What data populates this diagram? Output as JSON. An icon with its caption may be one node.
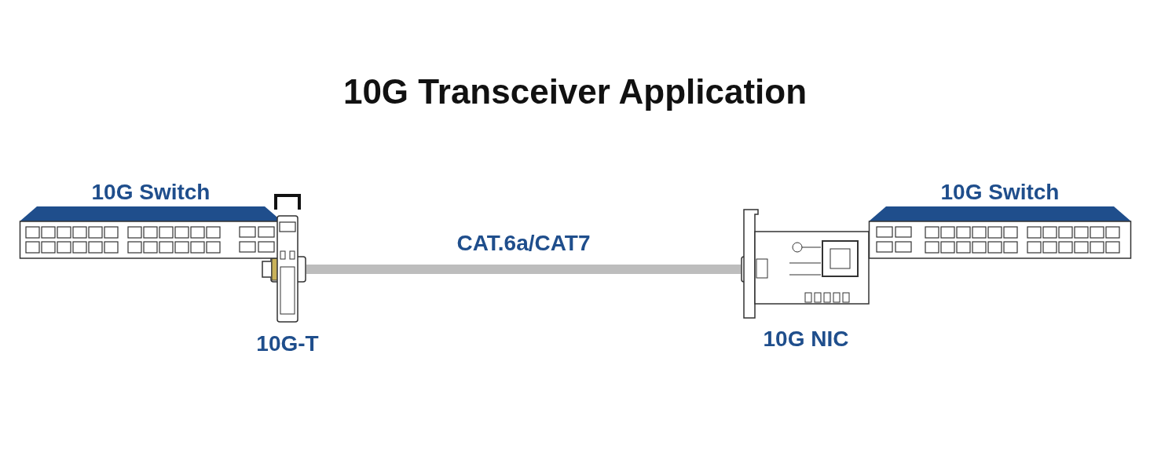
{
  "diagram": {
    "title": "10G Transceiver Application",
    "nodes": [
      {
        "text": [
          "10G Switch"
        ]
      },
      {
        "text": [
          "10G-T"
        ]
      },
      {
        "text": [
          "10G NIC"
        ]
      },
      {
        "text": [
          "10G Switch"
        ]
      }
    ],
    "edges": [
      {
        "from": 1,
        "to": 2,
        "arrow": "other",
        "label": "CAT.6a/CAT7"
      }
    ]
  }
}
